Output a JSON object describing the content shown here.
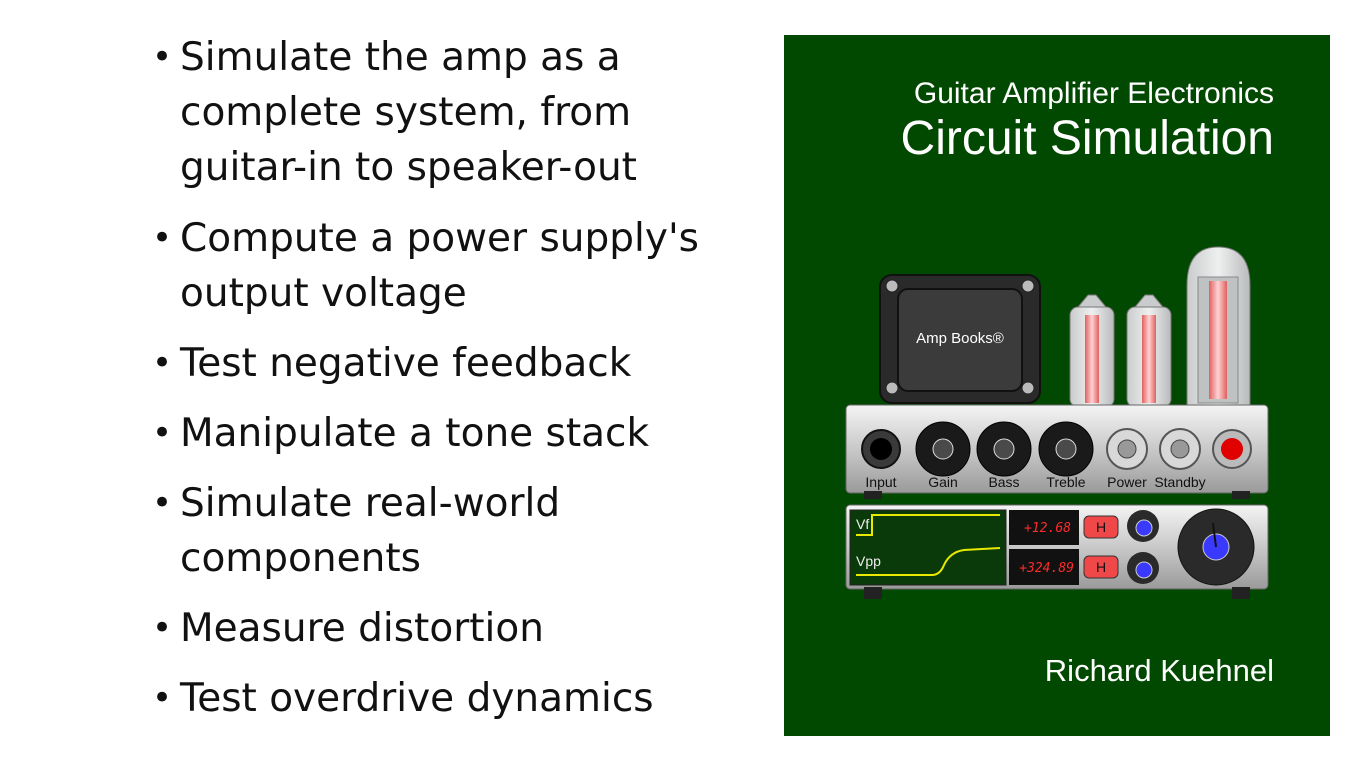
{
  "bullets": [
    "Simulate the amp as a complete system, from guitar-in to speaker-out",
    "Compute a power supply's output voltage",
    "Test negative feedback",
    "Manipulate a tone stack",
    "Simulate real-world components",
    "Measure distortion",
    "Test overdrive dynamics"
  ],
  "book": {
    "subtitle": "Guitar Amplifier Electronics",
    "title": "Circuit Simulation",
    "author": "Richard Kuehnel",
    "brand": "Amp Books®",
    "controls": [
      "Input",
      "Gain",
      "Bass",
      "Treble",
      "Power",
      "Standby"
    ],
    "scope": {
      "vf_label": "Vf",
      "vpp_label": "Vpp",
      "vf_value": "+12.68",
      "vpp_value": "+324.89",
      "hold_label": "H"
    },
    "colors": {
      "cover": "#014801",
      "trace": "#e8e800",
      "readout": "#ff2a2a",
      "knob_accent": "#3a3aff"
    }
  }
}
